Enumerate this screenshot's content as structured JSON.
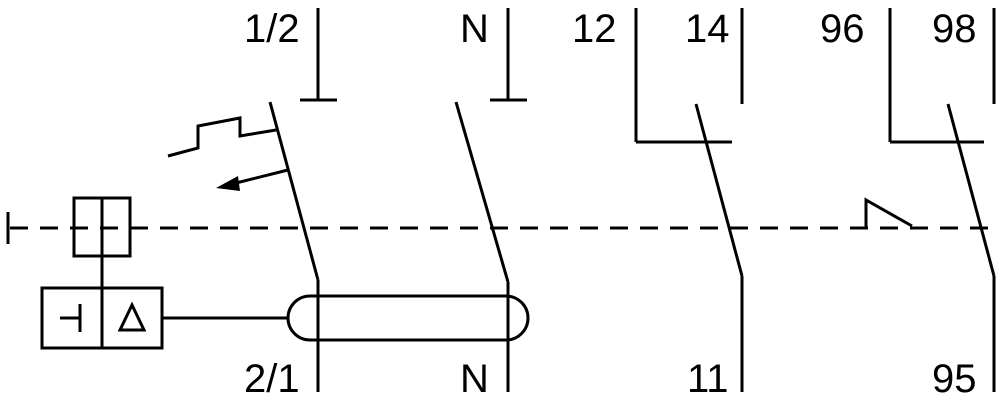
{
  "terminals": {
    "top_phase": "1/2",
    "top_neutral": "N",
    "top_aux_nc": "12",
    "top_aux_no": "14",
    "top_alarm_nc": "96",
    "top_alarm_no": "98",
    "bottom_phase": "2/1",
    "bottom_neutral": "N",
    "bottom_aux_common": "11",
    "bottom_alarm_common": "95"
  },
  "icons": {
    "trip_coil": "triangle-icon",
    "test_button": "test-button-icon",
    "thermal_release": "thermal-release-icon",
    "magnetic_release": "magnetic-release-arrow-icon",
    "mechanical_link": "dashed-mechanical-link",
    "differential_transformer": "toroidal-transformer-icon"
  },
  "colors": {
    "stroke": "#000000",
    "background": "#ffffff"
  }
}
